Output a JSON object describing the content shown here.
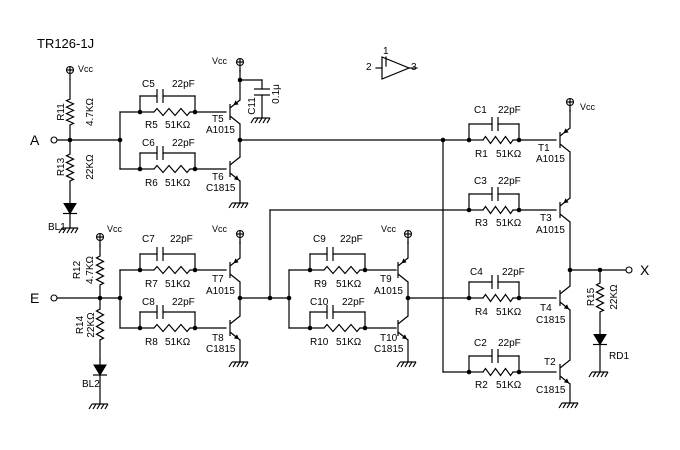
{
  "title": "TR126-1J",
  "ports": {
    "a": "A",
    "e": "E",
    "x": "X"
  },
  "supply_label": "Vcc",
  "legend": {
    "pin1": "1",
    "pin2": "2",
    "pin3": "3"
  },
  "resistors": {
    "r11": {
      "name": "R11",
      "value": "4.7KΩ"
    },
    "r13": {
      "name": "R13",
      "value": "22KΩ"
    },
    "r12": {
      "name": "R12",
      "value": "4.7KΩ"
    },
    "r14": {
      "name": "R14",
      "value": "22KΩ"
    },
    "r5": {
      "name": "R5",
      "value": "51KΩ"
    },
    "r6": {
      "name": "R6",
      "value": "51KΩ"
    },
    "r7": {
      "name": "R7",
      "value": "51KΩ"
    },
    "r8": {
      "name": "R8",
      "value": "51KΩ"
    },
    "r9": {
      "name": "R9",
      "value": "51KΩ"
    },
    "r10": {
      "name": "R10",
      "value": "51KΩ"
    },
    "r1": {
      "name": "R1",
      "value": "51KΩ"
    },
    "r3": {
      "name": "R3",
      "value": "51KΩ"
    },
    "r4": {
      "name": "R4",
      "value": "51KΩ"
    },
    "r2": {
      "name": "R2",
      "value": "51KΩ"
    },
    "r15": {
      "name": "R15",
      "value": "22KΩ"
    }
  },
  "capacitors": {
    "c5": {
      "name": "C5",
      "value": "22pF"
    },
    "c6": {
      "name": "C6",
      "value": "22pF"
    },
    "c7": {
      "name": "C7",
      "value": "22pF"
    },
    "c8": {
      "name": "C8",
      "value": "22pF"
    },
    "c9": {
      "name": "C9",
      "value": "22pF"
    },
    "c10": {
      "name": "C10",
      "value": "22pF"
    },
    "c1": {
      "name": "C1",
      "value": "22pF"
    },
    "c3": {
      "name": "C3",
      "value": "22pF"
    },
    "c4": {
      "name": "C4",
      "value": "22pF"
    },
    "c2": {
      "name": "C2",
      "value": "22pF"
    },
    "c11": {
      "name": "C11",
      "value": "0.1μ"
    }
  },
  "transistors": {
    "t5": {
      "name": "T5",
      "part": "A1015"
    },
    "t6": {
      "name": "T6",
      "part": "C1815"
    },
    "t7": {
      "name": "T7",
      "part": "A1015"
    },
    "t8": {
      "name": "T8",
      "part": "C1815"
    },
    "t9": {
      "name": "T9",
      "part": "A1015"
    },
    "t10": {
      "name": "T10",
      "part": "C1815"
    },
    "t1": {
      "name": "T1",
      "part": "A1015"
    },
    "t3": {
      "name": "T3",
      "part": "A1015"
    },
    "t4": {
      "name": "T4",
      "part": "C1815"
    },
    "t2": {
      "name": "T2",
      "part": "C1815"
    }
  },
  "leds": {
    "bl1": "BL1",
    "bl2": "BL2",
    "rd1": "RD1"
  }
}
